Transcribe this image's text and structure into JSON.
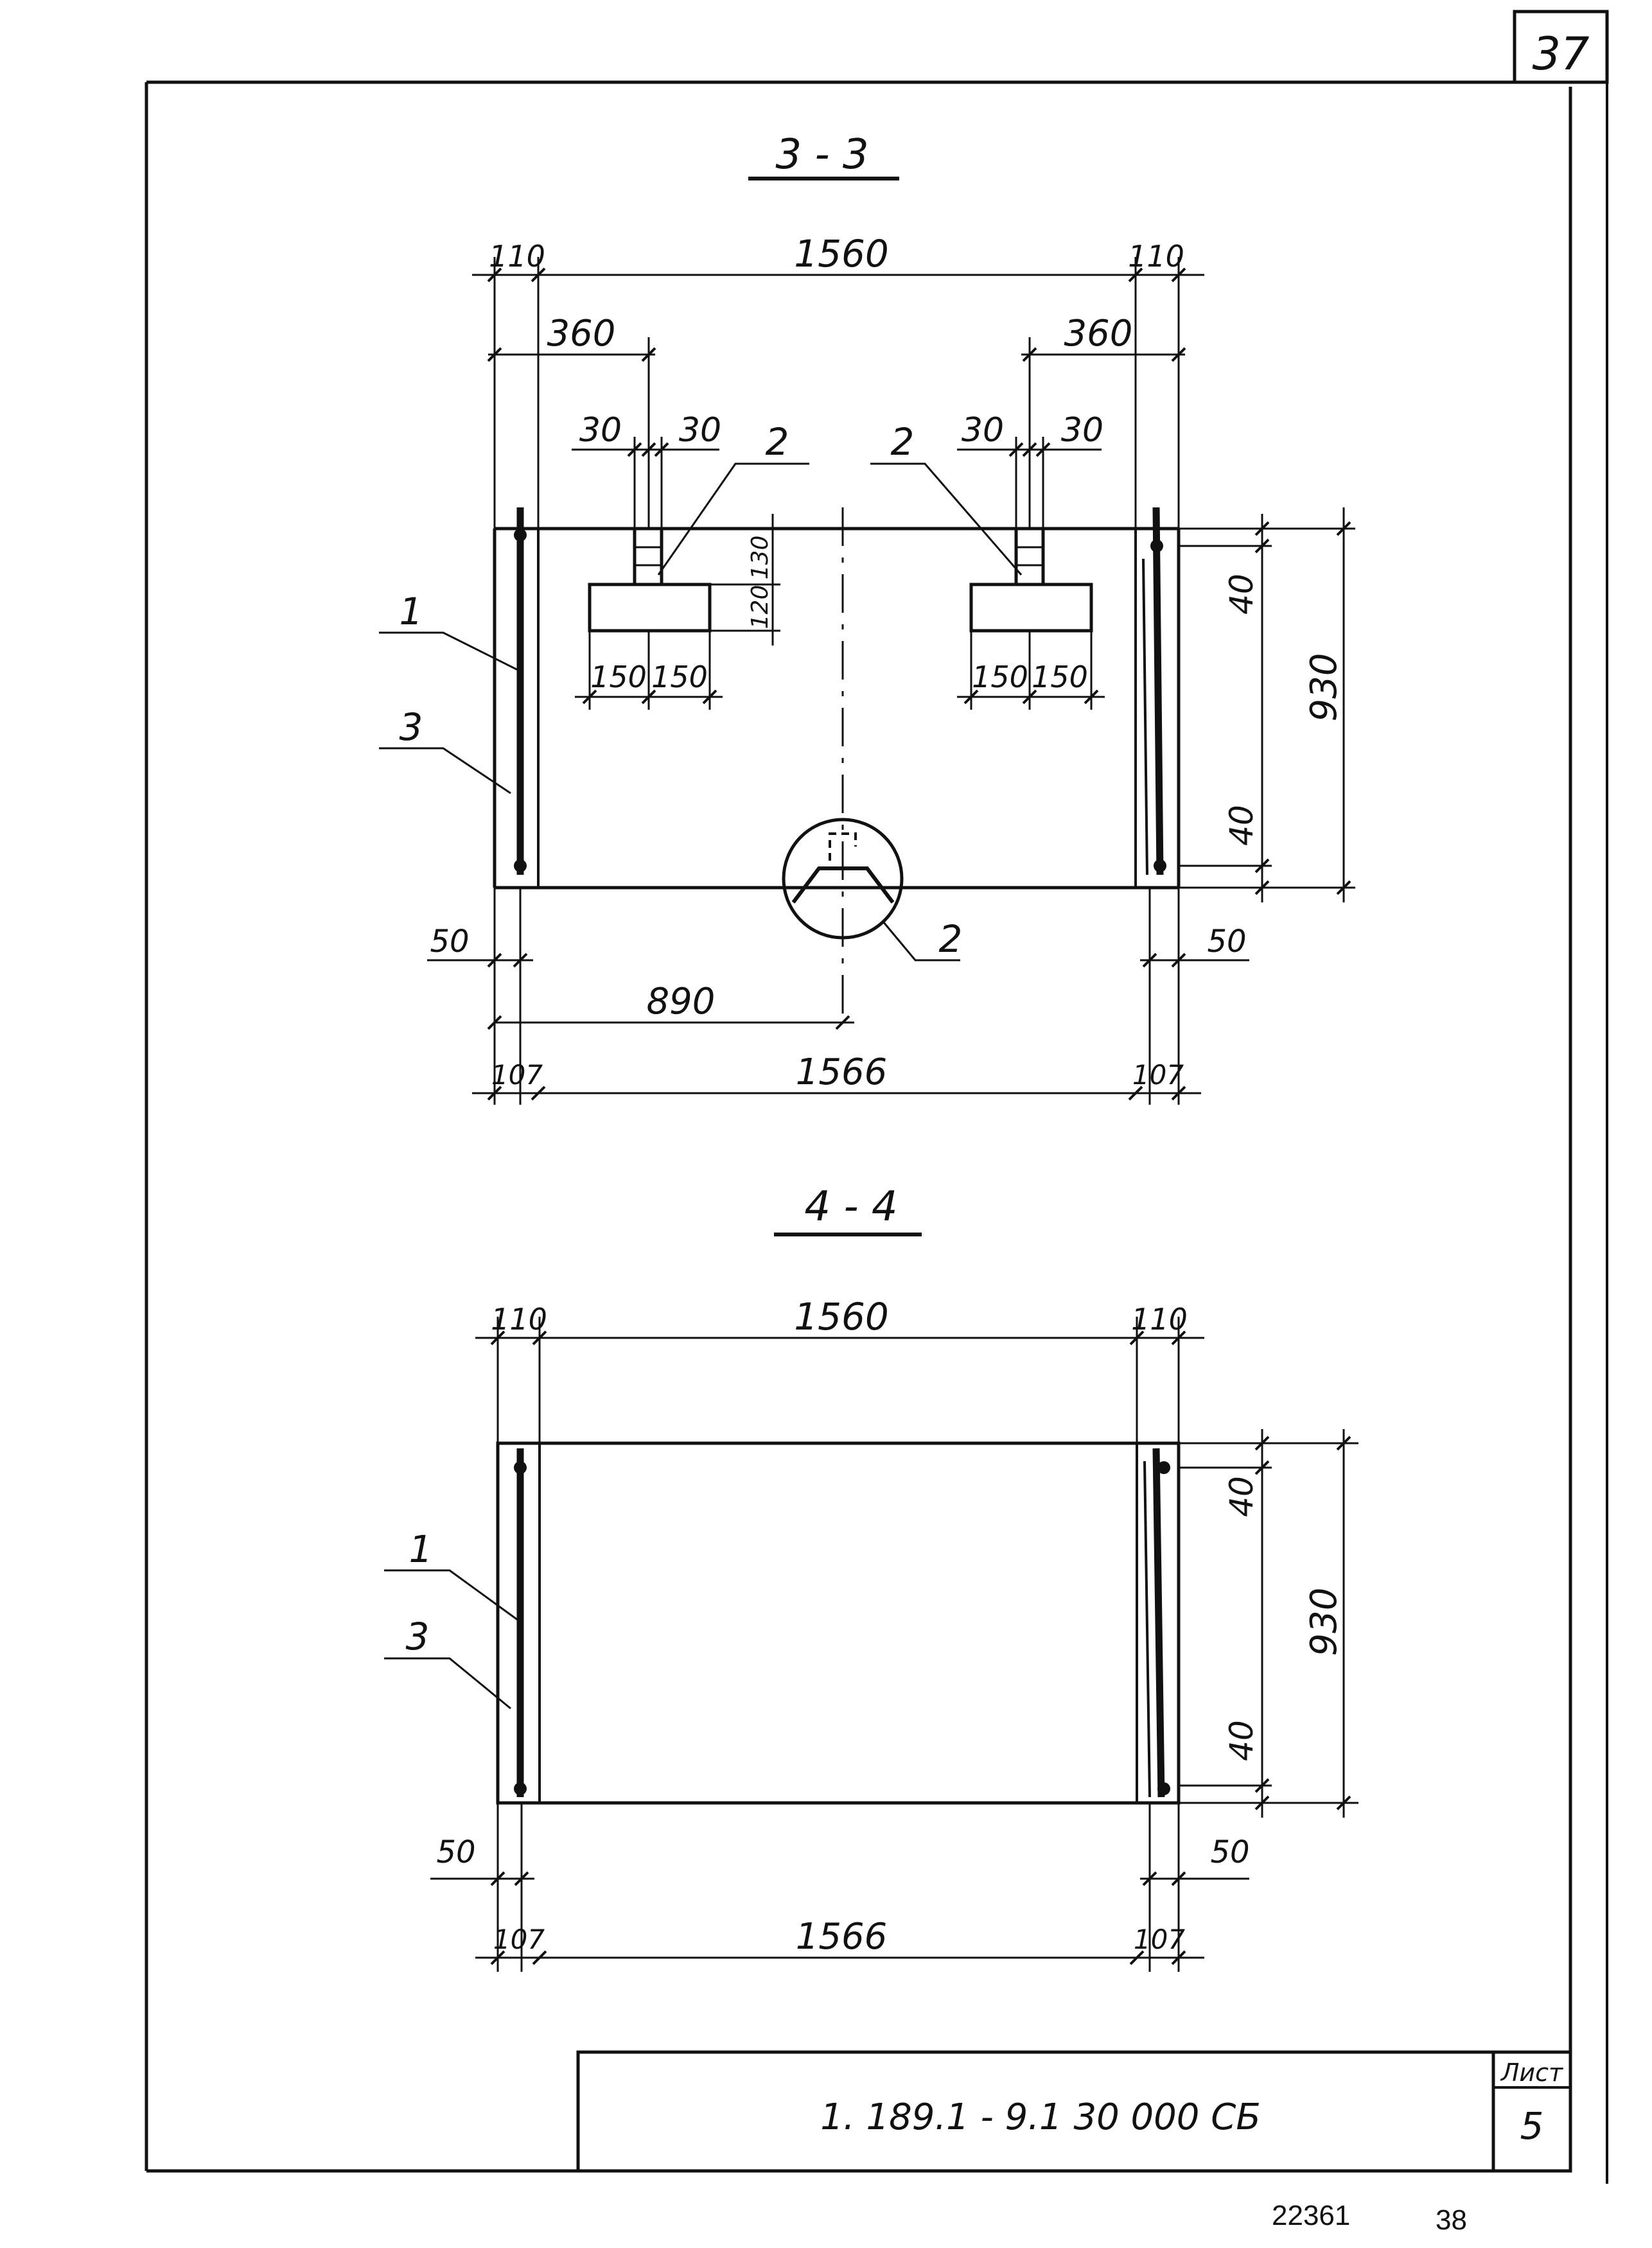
{
  "sheet": {
    "page_number": "37",
    "stamp": {
      "designation": "1. 189.1 - 9.1   30 000 СБ",
      "sheet_label": "Лист",
      "sheet_number": "5"
    },
    "footer": {
      "doc_id": "22361",
      "page": "38"
    }
  },
  "section_33": {
    "title": "3 - 3",
    "dims": {
      "top_left_edge": "110",
      "top_overall": "1560",
      "top_right_edge": "110",
      "left_offset": "360",
      "right_offset": "360",
      "l_slot_a": "30",
      "l_slot_b": "30",
      "r_slot_a": "30",
      "r_slot_b": "30",
      "l_foot_a": "150",
      "l_foot_b": "150",
      "r_foot_a": "150",
      "r_foot_b": "150",
      "foot_h1": "130",
      "foot_h2": "120",
      "right_top": "40",
      "right_total": "930",
      "right_bottom": "40",
      "left_lip": "50",
      "right_lip": "50",
      "center": "890",
      "bot_left_edge": "107",
      "bot_overall": "1566",
      "bot_right_edge": "107"
    },
    "callouts": {
      "c1": "1",
      "c3": "3",
      "c2_left": "2",
      "c2_right": "2",
      "c2_detail": "2"
    }
  },
  "section_44": {
    "title": "4 - 4",
    "dims": {
      "top_left_edge": "110",
      "top_overall": "1560",
      "top_right_edge": "110",
      "right_top": "40",
      "right_total": "930",
      "right_bottom": "40",
      "left_lip": "50",
      "right_lip": "50",
      "bot_left_edge": "107",
      "bot_overall": "1566",
      "bot_right_edge": "107"
    },
    "callouts": {
      "c1": "1",
      "c3": "3"
    }
  }
}
